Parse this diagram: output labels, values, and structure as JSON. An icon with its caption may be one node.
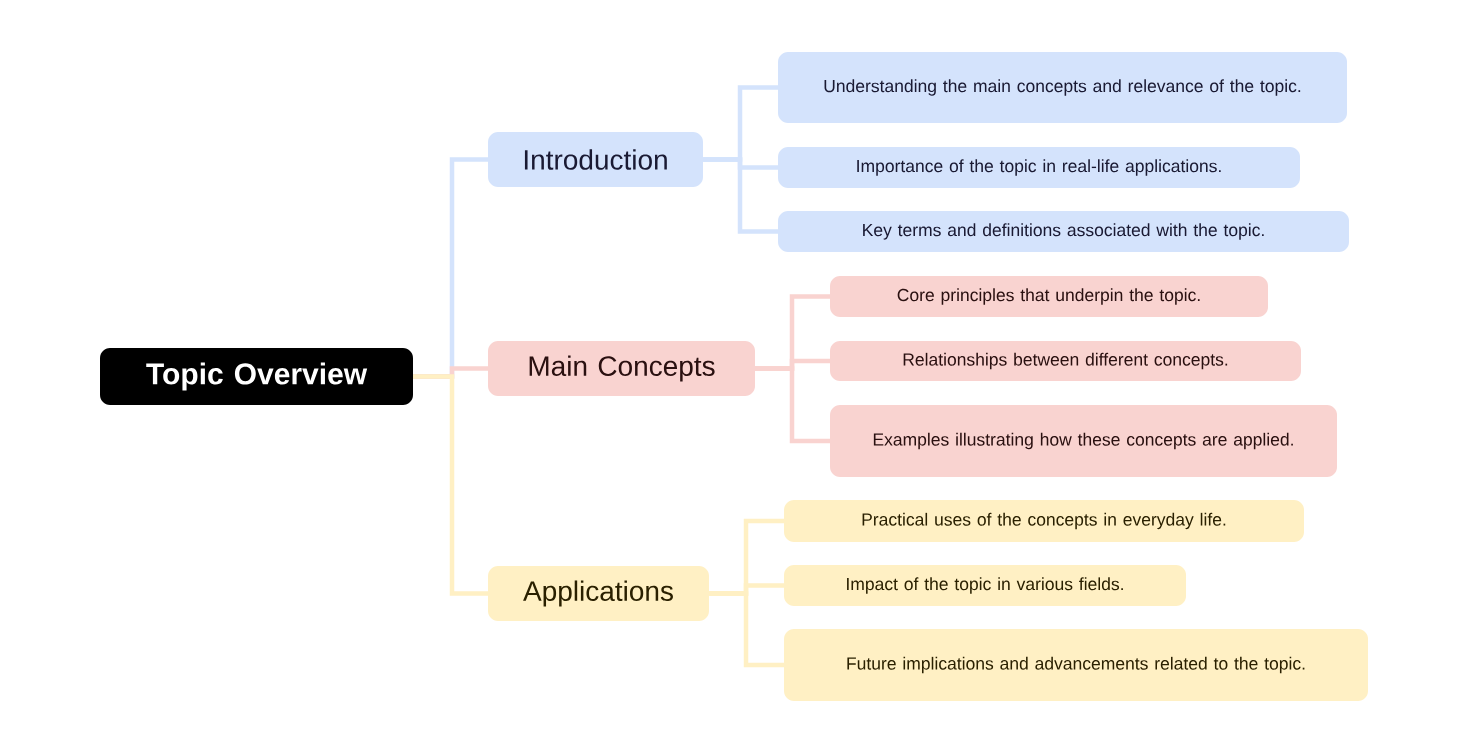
{
  "diagram": {
    "nodes": [
      {
        "text": [
          "Topic Overview"
        ]
      },
      {
        "text": [
          "Introduction"
        ]
      },
      {
        "text": [
          "Main Concepts"
        ]
      },
      {
        "text": [
          "Applications"
        ]
      },
      {
        "text": [
          "Understanding the main concepts and relevance of the topic."
        ]
      },
      {
        "text": [
          "Importance of the topic in real-life applications."
        ]
      },
      {
        "text": [
          "Key terms and definitions associated with the topic."
        ]
      },
      {
        "text": [
          "Core principles that underpin the topic."
        ]
      },
      {
        "text": [
          "Relationships between different concepts."
        ]
      },
      {
        "text": [
          "Examples illustrating how these concepts are applied."
        ]
      },
      {
        "text": [
          "Practical uses of the concepts in everyday life."
        ]
      },
      {
        "text": [
          "Impact of the topic in various fields."
        ]
      },
      {
        "text": [
          "Future implications and advancements related to the topic."
        ]
      }
    ],
    "edges": [
      {
        "from": 0,
        "to": 1,
        "arrow": "none",
        "color": "#d4e3fc"
      },
      {
        "from": 0,
        "to": 2,
        "arrow": "none",
        "color": "#f9d3d0"
      },
      {
        "from": 0,
        "to": 3,
        "arrow": "none",
        "color": "#fff0c4"
      },
      {
        "from": 1,
        "to": 4,
        "arrow": "none",
        "color": "#d4e3fc"
      },
      {
        "from": 1,
        "to": 5,
        "arrow": "none",
        "color": "#d4e3fc"
      },
      {
        "from": 1,
        "to": 6,
        "arrow": "none",
        "color": "#d4e3fc"
      },
      {
        "from": 2,
        "to": 7,
        "arrow": "none",
        "color": "#f9d3d0"
      },
      {
        "from": 2,
        "to": 8,
        "arrow": "none",
        "color": "#f9d3d0"
      },
      {
        "from": 2,
        "to": 9,
        "arrow": "none",
        "color": "#f9d3d0"
      },
      {
        "from": 3,
        "to": 10,
        "arrow": "none",
        "color": "#fff0c4"
      },
      {
        "from": 3,
        "to": 11,
        "arrow": "none",
        "color": "#fff0c4"
      },
      {
        "from": 3,
        "to": 12,
        "arrow": "none",
        "color": "#fff0c4"
      }
    ]
  }
}
